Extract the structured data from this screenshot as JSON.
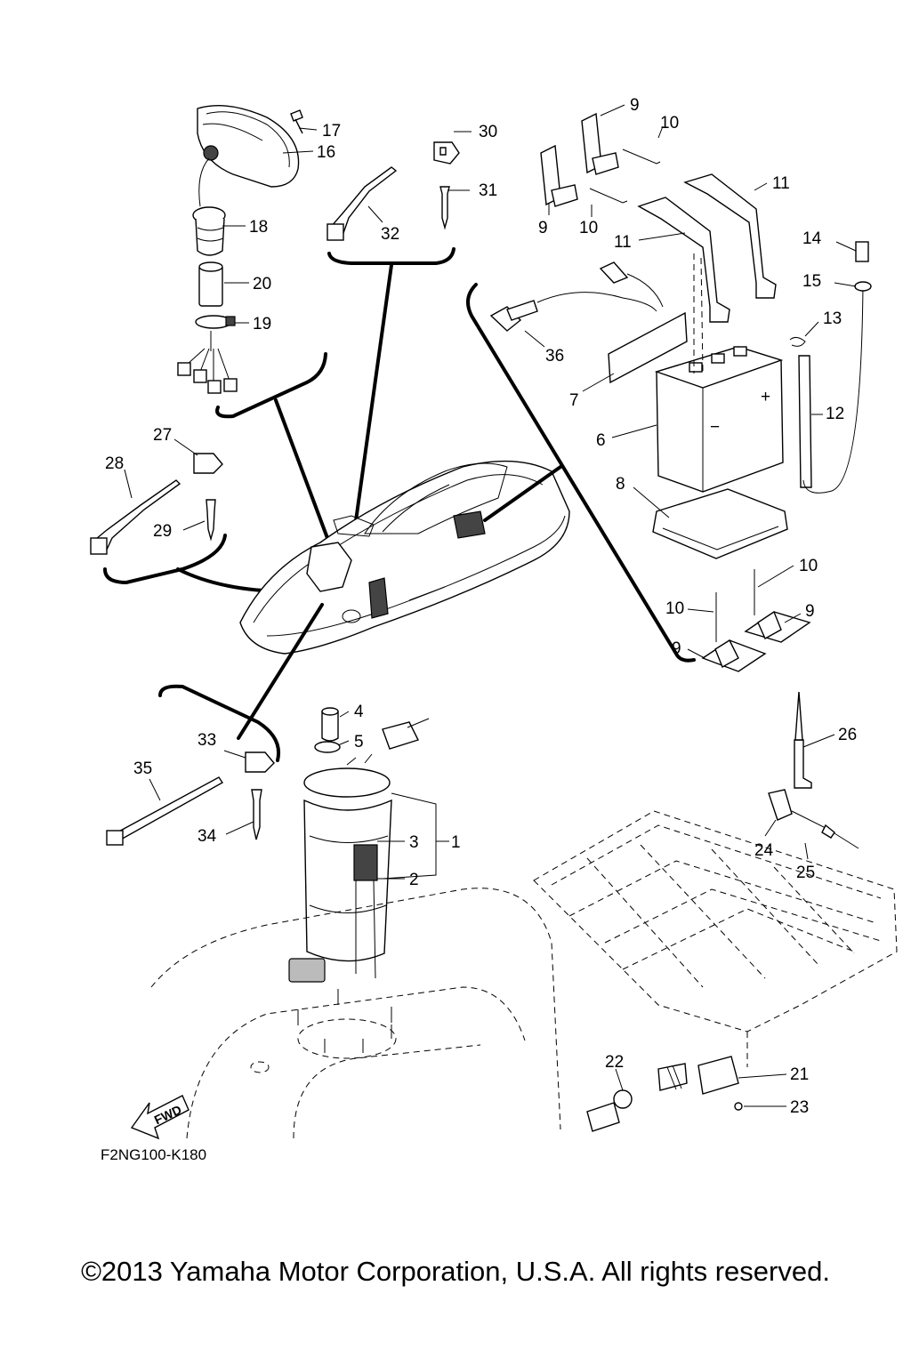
{
  "diagram_code": "F2NG100-K180",
  "copyright": "©2013 Yamaha Motor Corporation, U.S.A. All rights reserved.",
  "fwd_label": "FWD",
  "callouts": {
    "c1": "1",
    "c2": "2",
    "c3": "3",
    "c4": "4",
    "c5": "5",
    "c6": "6",
    "c7": "7",
    "c8": "8",
    "c9a": "9",
    "c9b": "9",
    "c9c": "9",
    "c9d": "9",
    "c10a": "10",
    "c10b": "10",
    "c10c": "10",
    "c10d": "10",
    "c11a": "11",
    "c11b": "11",
    "c12": "12",
    "c13": "13",
    "c14": "14",
    "c15": "15",
    "c16": "16",
    "c17": "17",
    "c18": "18",
    "c19": "19",
    "c20": "20",
    "c21": "21",
    "c22": "22",
    "c23": "23",
    "c24": "24",
    "c25": "25",
    "c26": "26",
    "c27": "27",
    "c28": "28",
    "c29": "29",
    "c30": "30",
    "c31": "31",
    "c32": "32",
    "c33": "33",
    "c34": "34",
    "c35": "35",
    "c36": "36"
  },
  "battery_terminals": {
    "negative": "−",
    "positive": "+"
  }
}
